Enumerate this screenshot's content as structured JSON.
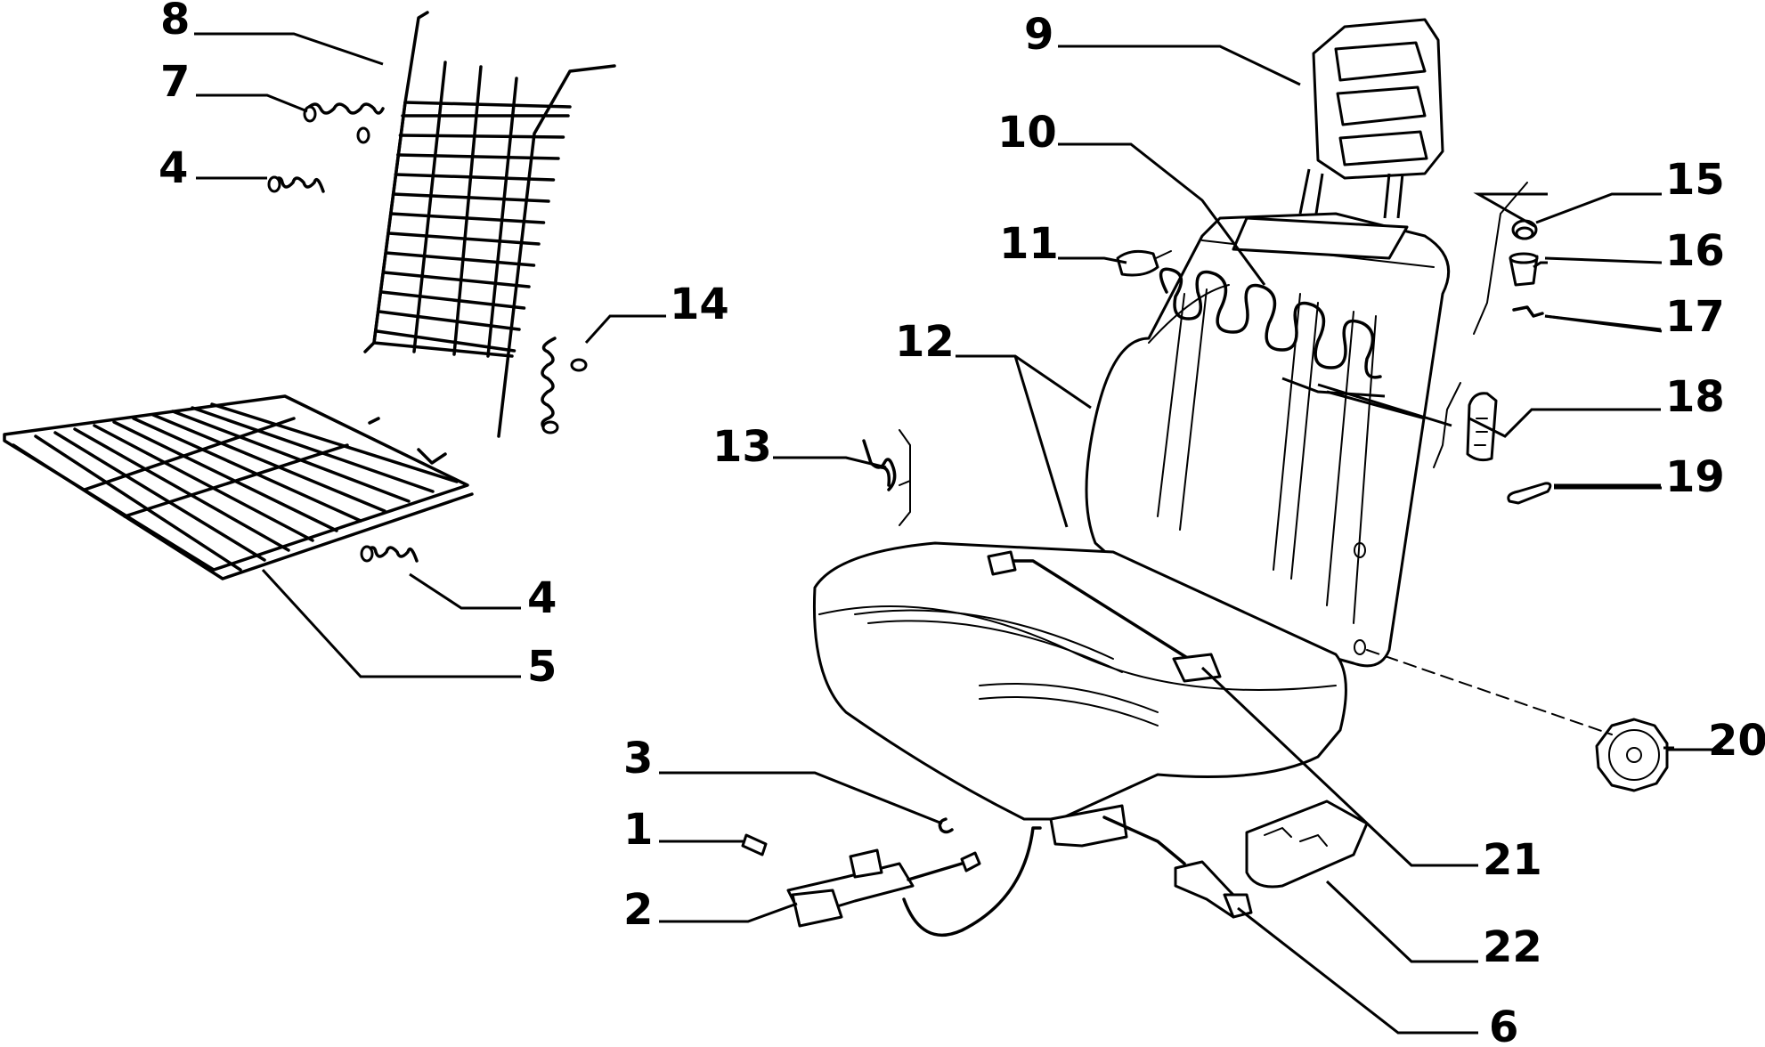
{
  "callouts": {
    "c1": "1",
    "c2": "2",
    "c3": "3",
    "c4a": "4",
    "c4b": "4",
    "c5": "5",
    "c6": "6",
    "c7": "7",
    "c8": "8",
    "c9": "9",
    "c10": "10",
    "c11": "11",
    "c12": "12",
    "c13": "13",
    "c14": "14",
    "c15": "15",
    "c16": "16",
    "c17": "17",
    "c18": "18",
    "c19": "19",
    "c20": "20",
    "c21": "21",
    "c22": "22"
  }
}
